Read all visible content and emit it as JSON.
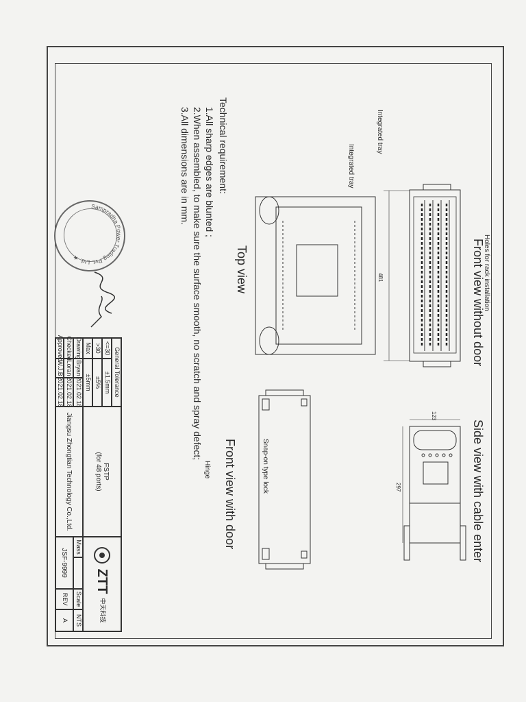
{
  "views": {
    "front_without_door": "Front view without door",
    "side_with_cable": "Side view with cable enter",
    "top": "Top view",
    "front_with_door": "Front view with door"
  },
  "callouts": {
    "integrated_tray_1": "Integrated tray",
    "integrated_tray_2": "Integrated tray",
    "holes_rack": "Holes for rack installation",
    "snap_lock": "Snap-on type lock",
    "hinge": "Hinge"
  },
  "dimensions": {
    "height_front": "481",
    "width_side": "123",
    "depth_side": "297"
  },
  "tech": {
    "title": "Technical requirement:",
    "items": [
      "1.All sharp edges are blunted ;",
      "2.When assembled, to make sure the surface smooth, no scratch and spray defect;",
      "3.All dimensions are in mm."
    ]
  },
  "stamp": {
    "text": "Sampradha Power Trading Pvt. Ltd."
  },
  "title_block": {
    "tolerance_header": "General Tolerance",
    "tol_rows": [
      {
        "range": "<=30",
        "value": "±1.5mm"
      },
      {
        "range": ">30",
        "value": "±5%"
      },
      {
        "range": "Max",
        "value": "±5mm"
      }
    ],
    "people": [
      {
        "role": "Drawing",
        "name": "Bryan",
        "date": "2021.02.18"
      },
      {
        "role": "Checked",
        "name": "Loran",
        "date": "2021.02.18"
      },
      {
        "role": "Approved",
        "name": "W.J.B",
        "date": "2021.02.18"
      }
    ],
    "product": "FSTP",
    "product_sub": "(for 48 ports)",
    "company": "Jiangsu Zhongtian Technology Co.,Ltd.",
    "mass_label": "Mass",
    "scale_label": "Scale",
    "scale_value": "NTS",
    "drawing_no": "JSF-9999",
    "rev_label": "REV",
    "rev_value": "A",
    "brand": "ZTT",
    "brand_cn": "中天科技"
  }
}
